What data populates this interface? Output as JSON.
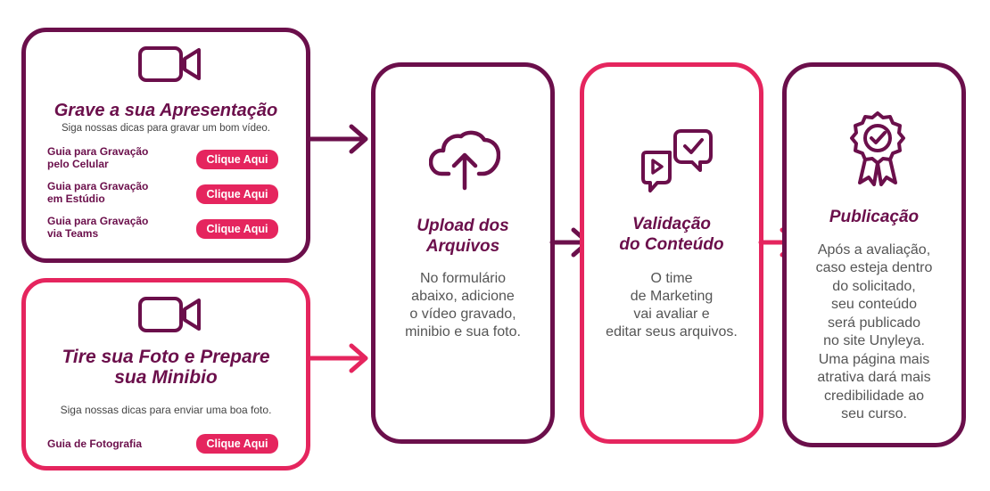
{
  "card1": {
    "title": "Grave a sua Apresentação",
    "subtitle": "Siga nossas dicas para gravar um bom vídeo.",
    "guides": [
      {
        "label": "Guia para Gravação\npelo Celular",
        "cta": "Clique Aqui"
      },
      {
        "label": "Guia para Gravação\nem Estúdio",
        "cta": "Clique Aqui"
      },
      {
        "label": "Guia para Gravação\nvia Teams",
        "cta": "Clique Aqui"
      }
    ]
  },
  "card2": {
    "title": "Tire sua Foto e Prepare\nsua Minibio",
    "subtitle": "Siga nossas dicas para enviar uma boa foto.",
    "guide": {
      "label": "Guia de Fotografia",
      "cta": "Clique Aqui"
    }
  },
  "steps": [
    {
      "title": "Upload dos\nArquivos",
      "desc": "No formulário\nabaixo, adicione\no vídeo gravado,\nminibio e sua foto.",
      "icon": "cloud-upload-icon"
    },
    {
      "title": "Validação\ndo Conteúdo",
      "desc": "O time\nde Marketing\nvai avaliar e\neditar seus arquivos.",
      "icon": "chat-check-icon"
    },
    {
      "title": "Publicação",
      "desc": "Após a avaliação,\ncaso esteja dentro\ndo solicitado,\nseu conteúdo\nserá publicado\nno site Unyleya.\nUma página mais\natrativa dará mais\ncredibilidade ao\nseu curso.",
      "icon": "award-badge-icon"
    }
  ],
  "colors": {
    "purple": "#6b0f4b",
    "pink": "#e5255e"
  }
}
